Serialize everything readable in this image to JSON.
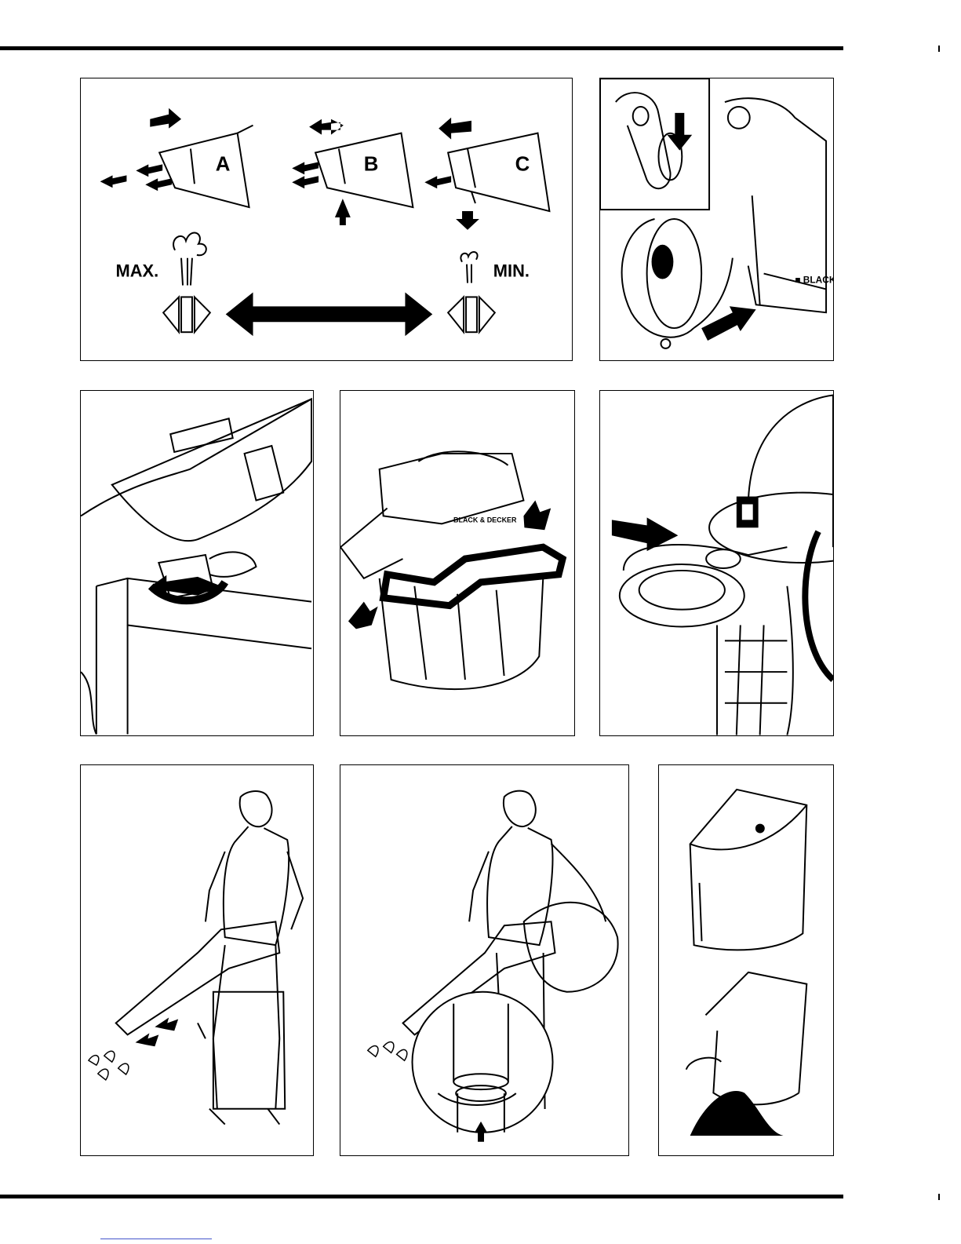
{
  "figure1": {
    "label_a": "A",
    "label_b": "B",
    "label_c": "C",
    "label_max": "MAX.",
    "label_min": "MIN."
  },
  "colors": {
    "ink": "#000000",
    "paper": "#ffffff",
    "link_underline": "#4455cc"
  },
  "icons": [
    "arrow-icon",
    "double-arrow-icon",
    "airflow-icon",
    "nozzle-icon"
  ]
}
